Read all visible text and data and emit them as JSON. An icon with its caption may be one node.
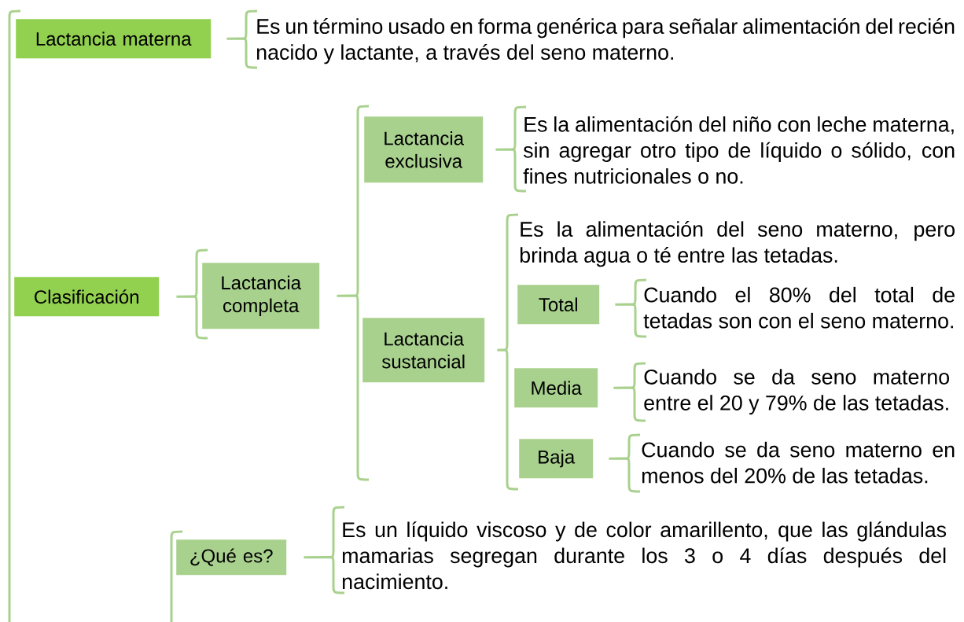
{
  "diagram": {
    "nodes": [
      {
        "text": [
          "Lactancia materna"
        ]
      },
      {
        "text": [
          "Es un término usado en forma genérica para señalar alimentación del recién nacido y lactante, a través del seno materno."
        ]
      },
      {
        "text": [
          "Clasificación"
        ]
      },
      {
        "text": [
          "Lactancia completa"
        ]
      },
      {
        "text": [
          "Lactancia exclusiva"
        ]
      },
      {
        "text": [
          "Es la alimentación del niño con leche materna, sin agregar otro tipo de líquido o sólido, con fines nutricionales o no."
        ]
      },
      {
        "text": [
          "Lactancia sustancial"
        ]
      },
      {
        "text": [
          "Es la alimentación del seno materno, pero brinda agua o té entre las tetadas."
        ]
      },
      {
        "text": [
          "Total"
        ]
      },
      {
        "text": [
          "Cuando el 80% del total de tetadas son con el seno materno."
        ]
      },
      {
        "text": [
          "Media"
        ]
      },
      {
        "text": [
          "Cuando se da seno materno entre el 20 y 79% de las tetadas."
        ]
      },
      {
        "text": [
          "Baja"
        ]
      },
      {
        "text": [
          "Cuando se da seno materno en menos del 20% de las tetadas."
        ]
      },
      {
        "text": [
          "¿Qué es?"
        ]
      },
      {
        "text": [
          "Es un líquido viscoso y de color amarillento, que las glándulas mamarias segregan durante los 3 o 4 días después del nacimiento."
        ]
      }
    ],
    "edges": [
      {
        "from": null,
        "to": 0,
        "arrow": "none"
      },
      {
        "from": null,
        "to": 2,
        "arrow": "none"
      },
      {
        "from": 0,
        "to": 1,
        "arrow": "none"
      },
      {
        "from": 2,
        "to": 3,
        "arrow": "none"
      },
      {
        "from": 3,
        "to": 4,
        "arrow": "none"
      },
      {
        "from": 3,
        "to": 6,
        "arrow": "none"
      },
      {
        "from": 4,
        "to": 5,
        "arrow": "none"
      },
      {
        "from": 6,
        "to": 7,
        "arrow": "none"
      },
      {
        "from": 6,
        "to": 8,
        "arrow": "none"
      },
      {
        "from": 6,
        "to": 10,
        "arrow": "none"
      },
      {
        "from": 6,
        "to": 12,
        "arrow": "none"
      },
      {
        "from": 8,
        "to": 9,
        "arrow": "none"
      },
      {
        "from": 10,
        "to": 11,
        "arrow": "none"
      },
      {
        "from": 12,
        "to": 13,
        "arrow": "none"
      },
      {
        "from": null,
        "to": 14,
        "arrow": "none"
      },
      {
        "from": 14,
        "to": 15,
        "arrow": "none"
      }
    ]
  }
}
